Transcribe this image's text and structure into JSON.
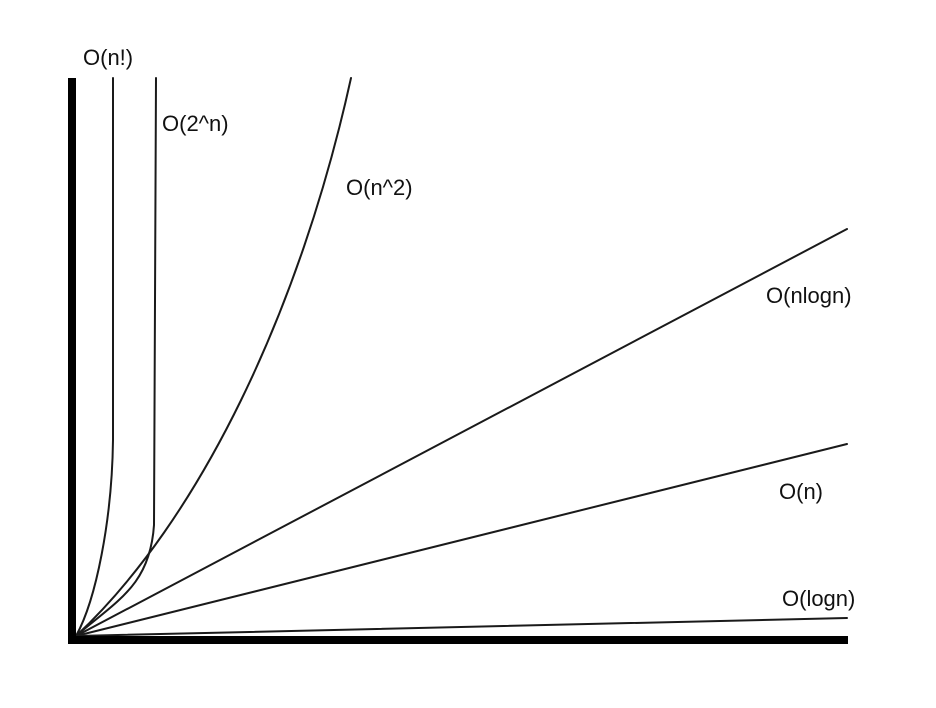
{
  "colors": {
    "background": "#ffffff",
    "line": "#1a1a1a",
    "axis": "#000000",
    "text": "#111111"
  },
  "curves": [
    {
      "id": "factorial",
      "label": "O(n!)"
    },
    {
      "id": "exponential",
      "label": "O(2^n)"
    },
    {
      "id": "quadratic",
      "label": "O(n^2)"
    },
    {
      "id": "nlogn",
      "label": "O(nlogn)"
    },
    {
      "id": "linear",
      "label": "O(n)"
    },
    {
      "id": "log",
      "label": "O(logn)"
    }
  ]
}
